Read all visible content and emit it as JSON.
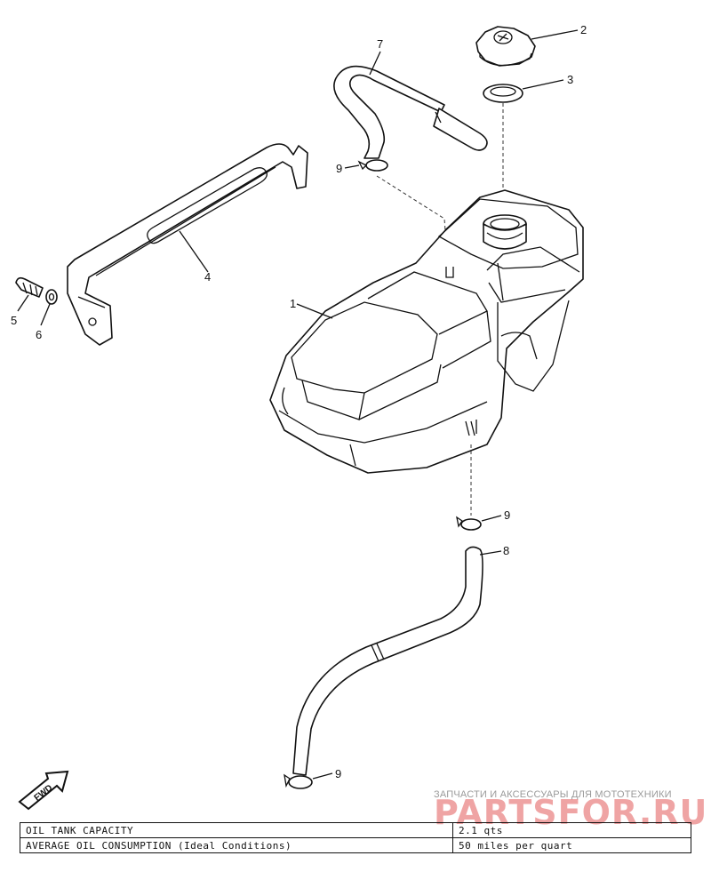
{
  "callouts": {
    "c1": "1",
    "c2": "2",
    "c3": "3",
    "c4": "4",
    "c5": "5",
    "c6": "6",
    "c7": "7",
    "c8": "8",
    "c9a": "9",
    "c9b": "9",
    "c9c": "9"
  },
  "fwd_label": "FWD",
  "watermark": {
    "line1": "ЗАПЧАСТИ И АКСЕССУАРЫ ДЛЯ МОТОТЕХНИКИ",
    "line2": "PARTSFOR.RU"
  },
  "specs": [
    {
      "label": "OIL TANK CAPACITY",
      "value": "2.1 qts"
    },
    {
      "label": "AVERAGE OIL CONSUMPTION (Ideal Conditions)",
      "value": "50 miles per quart"
    }
  ]
}
